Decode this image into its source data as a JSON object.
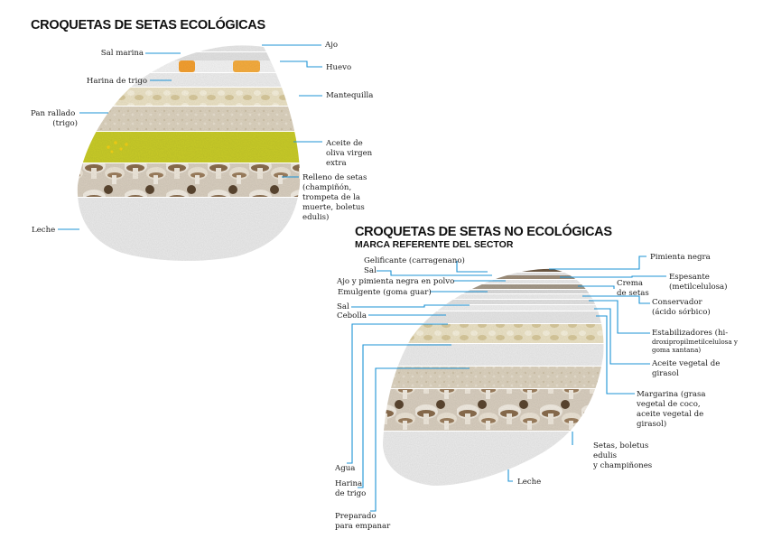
{
  "eco": {
    "title": "CROQUETAS DE SETAS ECOLÓGICAS",
    "labels": {
      "ajo": "Ajo",
      "sal_marina": "Sal marina",
      "huevo": "Huevo",
      "harina": "Harina de trigo",
      "mantequilla": "Mantequilla",
      "pan_rallado": [
        "Pan rallado",
        "(trigo)"
      ],
      "aceite": [
        "Aceite de",
        "oliva virgen",
        "extra"
      ],
      "relleno": [
        "Relleno de setas",
        "(champiñón,",
        "trompeta de la",
        "muerte, boletus",
        "edulis)"
      ],
      "leche": "Leche"
    }
  },
  "noeco": {
    "title": "CROQUETAS DE SETAS NO ECOLÓGICAS",
    "subtitle": "MARCA REFERENTE DEL SECTOR",
    "labels": {
      "gelificante": "Gelificante (carragenano)",
      "sal_top": "Sal",
      "ajo_pimienta": "Ajo y pimienta negra en polvo",
      "emulgente": "Emulgente (goma guar)",
      "sal_mid": "Sal",
      "cebolla": "Cebolla",
      "agua": "Agua",
      "harina": [
        "Harina",
        "de trigo"
      ],
      "preparado": [
        "Preparado",
        "para empanar"
      ],
      "pimienta": "Pimienta negra",
      "espesante": [
        "Espesante",
        "(metilcelulosa)"
      ],
      "crema": [
        "Crema",
        "de setas"
      ],
      "conservador": [
        "Conservador",
        "(ácido sórbico)"
      ],
      "estabilizadores": [
        "Estabilizadores (hi-",
        "droxipropilmetilcelulosa y",
        "goma xantana)"
      ],
      "aceite": [
        "Aceite vegetal de",
        "girasol"
      ],
      "margarina": [
        "Margarina (grasa",
        "vegetal de coco,",
        "aceite vegetal de",
        "girasol)"
      ],
      "setas": [
        "Setas, boletus",
        "edulis",
        "y champiñones"
      ],
      "leche": "Leche"
    }
  },
  "colors": {
    "leader": "#1d93d6",
    "olive_oil": "#c9cc2a",
    "egg": "#f4a030",
    "butter": "#ede6c8",
    "flour": "#ebebeb",
    "breadcrumb": "#dcd2bd",
    "mushroom": "#b59a78",
    "milk": "#ececec"
  }
}
